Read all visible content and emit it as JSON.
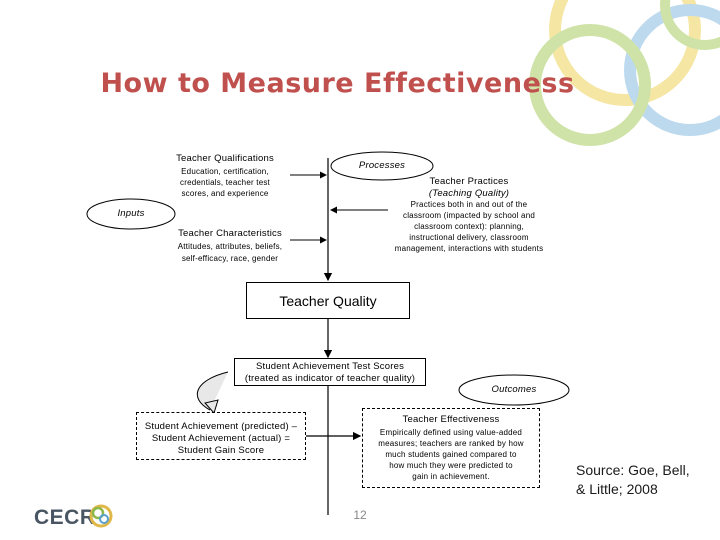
{
  "slide": {
    "title": "How to Measure Effectiveness",
    "page_number": "12",
    "source_line1": "Source: Goe, Bell,",
    "source_line2": "& Little; 2008",
    "logo_text": "CECR"
  },
  "diagram": {
    "teacher_qualifications": {
      "title": "Teacher Qualifications",
      "lines": [
        "Education, certification,",
        "credentials, teacher test",
        "scores, and experience"
      ]
    },
    "inputs_label": "Inputs",
    "teacher_characteristics": {
      "title": "Teacher Characteristics",
      "lines": [
        "Attitudes, attributes, beliefs,",
        "self-efficacy, race, gender"
      ]
    },
    "processes_label": "Processes",
    "teacher_practices": {
      "title": "Teacher Practices",
      "subtitle": "(Teaching Quality)",
      "lines": [
        "Practices both in and out of the",
        "classroom (impacted by school and",
        "classroom context): planning,",
        "instructional delivery, classroom",
        "management, interactions with students"
      ]
    },
    "teacher_quality": "Teacher Quality",
    "student_achievement": {
      "line1": "Student Achievement Test Scores",
      "line2": "(treated as indicator of teacher quality)"
    },
    "outcomes_label": "Outcomes",
    "gain_score": {
      "lines": [
        "Student Achievement (predicted) –",
        "Student Achievement (actual) =",
        "Student Gain Score"
      ]
    },
    "teacher_effectiveness": {
      "title": "Teacher Effectiveness",
      "lines": [
        "Empirically defined using value-added",
        "measures; teachers are ranked by how",
        "much students gained compared to",
        "how much they were predicted to",
        "gain in achievement."
      ]
    }
  },
  "colors": {
    "title": "#c0504d",
    "deco_green": "#cfe3a8",
    "deco_blue": "#bcd9ee",
    "deco_yellow": "#f5e6a3"
  }
}
